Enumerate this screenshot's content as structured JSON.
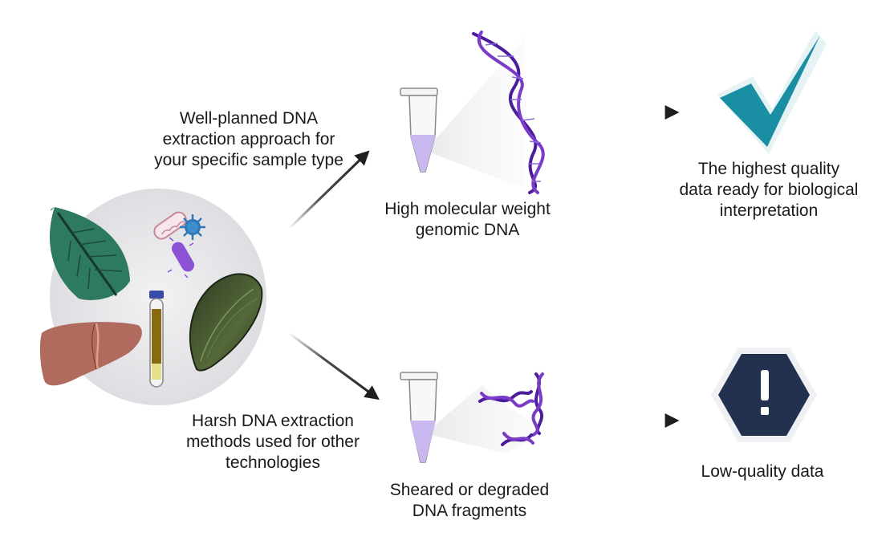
{
  "labels": {
    "well_planned": [
      "Well-planned DNA",
      "extraction approach for",
      "your specific sample type"
    ],
    "harsh": [
      "Harsh DNA extraction",
      "methods used for other",
      "technologies"
    ],
    "hmw_dna": [
      "High molecular weight",
      "genomic DNA"
    ],
    "sheared_dna": [
      "Sheared or degraded",
      "DNA fragments"
    ],
    "highest_quality": [
      "The highest quality",
      "data ready for biological",
      "interpretation"
    ],
    "low_quality": [
      "Low-quality data"
    ]
  },
  "icons": {
    "samples": [
      "leaf-icon",
      "liver-icon",
      "blood-tube-icon",
      "mussel-icon",
      "bacterium-icon",
      "virus-icon"
    ],
    "tube": "microcentrifuge-tube-icon",
    "intact_dna": "dna-helix-icon",
    "fragmented_dna": "dna-fragments-icon",
    "good_outcome": "checkmark-icon",
    "bad_outcome": "warning-hexagon-icon"
  },
  "colors": {
    "checkmark": "#1a8fa3",
    "warning_hexagon": "#22324e",
    "dna_primary": "#4b1d9c",
    "dna_secondary": "#7a3cc8",
    "sample_circle": "#e3e3e6",
    "arrow": "#1f1f1f"
  }
}
